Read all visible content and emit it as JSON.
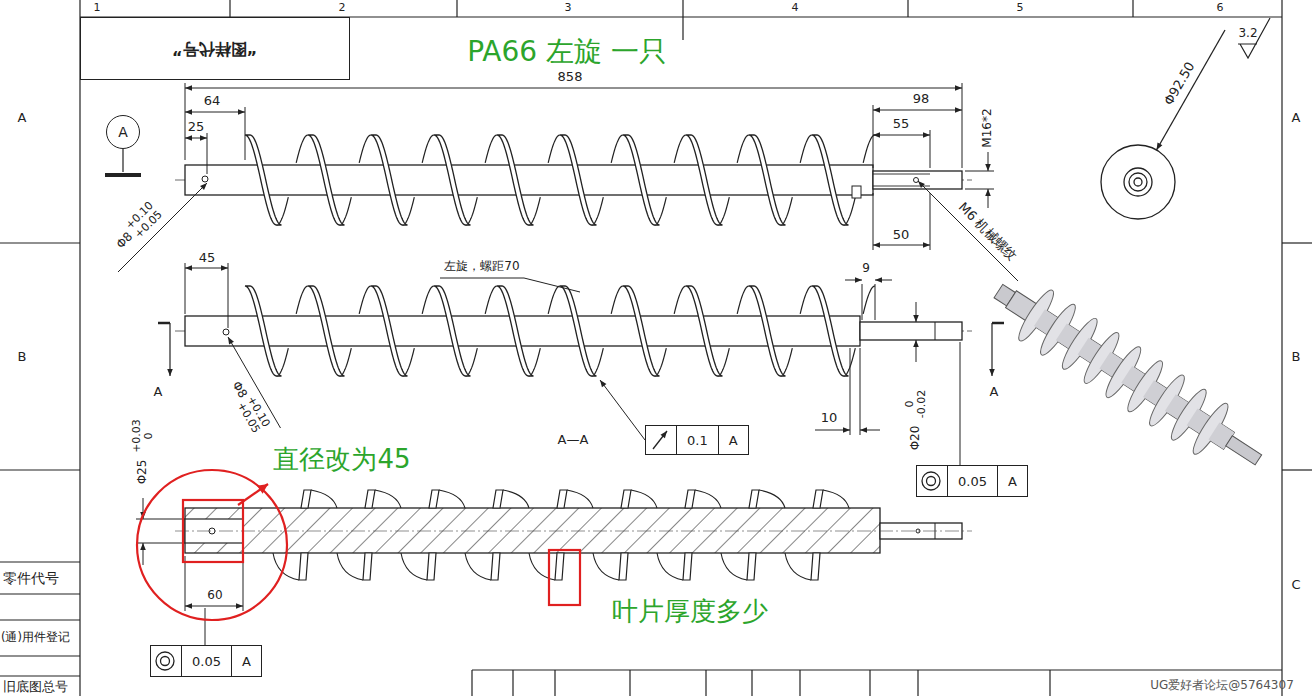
{
  "diagram": {
    "nodes": [
      {
        "text": [
          "“图样代号”"
        ]
      },
      {
        "text": [
          "A"
        ]
      },
      {
        "text": [
          "0.1",
          "A"
        ]
      },
      {
        "text": [
          "0.05",
          "A"
        ]
      },
      {
        "text": [
          "0.05",
          "A"
        ]
      }
    ],
    "labels": [
      "1",
      "2",
      "3",
      "4",
      "5",
      "6",
      "A",
      "B",
      "A",
      "B",
      "C",
      "PA66 左旋 一只",
      "858",
      "64",
      "25",
      "98",
      "55",
      "M16*2",
      "M6 机械螺纹",
      "50",
      "Φ92.50",
      "3.2",
      "Φ8",
      "+0.10",
      "+0.05",
      "45",
      "左旋，螺距70",
      "Φ8",
      "+0.10",
      "+0.05",
      "9",
      "A",
      "A",
      "A—A",
      "10",
      "Φ20",
      "0",
      "-0.02",
      "Φ25",
      "+0.03",
      "0",
      "直径改为45",
      "60",
      "叶片厚度多少",
      "零件代号",
      "(通)用件登记",
      "旧底图总号",
      "UG爱好者论坛@5764307"
    ]
  }
}
